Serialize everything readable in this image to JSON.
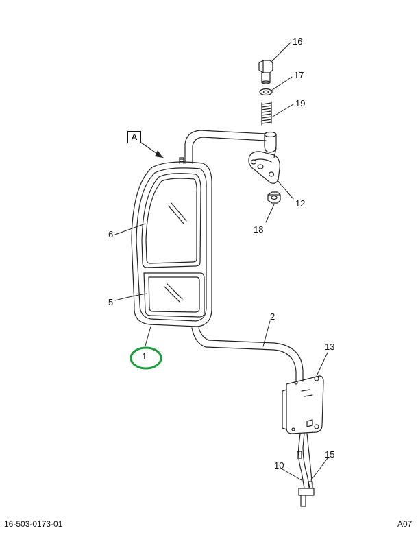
{
  "diagram": {
    "view_label": "A",
    "callouts": [
      {
        "id": "c16",
        "text": "16"
      },
      {
        "id": "c17",
        "text": "17"
      },
      {
        "id": "c19",
        "text": "19"
      },
      {
        "id": "c12",
        "text": "12"
      },
      {
        "id": "c18",
        "text": "18"
      },
      {
        "id": "c6",
        "text": "6"
      },
      {
        "id": "c5",
        "text": "5"
      },
      {
        "id": "c1",
        "text": "1"
      },
      {
        "id": "c2",
        "text": "2"
      },
      {
        "id": "c13",
        "text": "13"
      },
      {
        "id": "c10",
        "text": "10"
      },
      {
        "id": "c15",
        "text": "15"
      }
    ],
    "highlight_color": "#1a9e3c"
  },
  "footer": {
    "part_number": "16-503-0173-01",
    "sheet": "A07"
  }
}
